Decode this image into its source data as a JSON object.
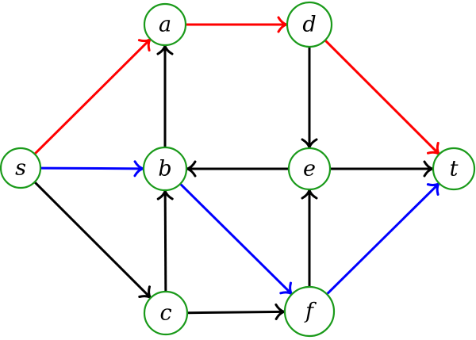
{
  "diagram": {
    "type": "directed-graph",
    "colors": {
      "node_border": "#1a9a1a",
      "red": "#ff0000",
      "blue": "#0000ff",
      "black": "#000000"
    },
    "nodes": [
      {
        "id": "s",
        "label": "s"
      },
      {
        "id": "a",
        "label": "a"
      },
      {
        "id": "b",
        "label": "b"
      },
      {
        "id": "c",
        "label": "c"
      },
      {
        "id": "d",
        "label": "d"
      },
      {
        "id": "e",
        "label": "e"
      },
      {
        "id": "f",
        "label": "f"
      },
      {
        "id": "t",
        "label": "t"
      }
    ],
    "edges": [
      {
        "from": "s",
        "to": "a",
        "color": "red"
      },
      {
        "from": "a",
        "to": "d",
        "color": "red"
      },
      {
        "from": "d",
        "to": "t",
        "color": "red"
      },
      {
        "from": "s",
        "to": "b",
        "color": "blue"
      },
      {
        "from": "b",
        "to": "f",
        "color": "blue"
      },
      {
        "from": "f",
        "to": "t",
        "color": "blue"
      },
      {
        "from": "s",
        "to": "c",
        "color": "black"
      },
      {
        "from": "b",
        "to": "a",
        "color": "black"
      },
      {
        "from": "c",
        "to": "b",
        "color": "black"
      },
      {
        "from": "c",
        "to": "f",
        "color": "black"
      },
      {
        "from": "d",
        "to": "e",
        "color": "black"
      },
      {
        "from": "e",
        "to": "b",
        "color": "black"
      },
      {
        "from": "e",
        "to": "t",
        "color": "black"
      },
      {
        "from": "f",
        "to": "e",
        "color": "black"
      }
    ]
  }
}
